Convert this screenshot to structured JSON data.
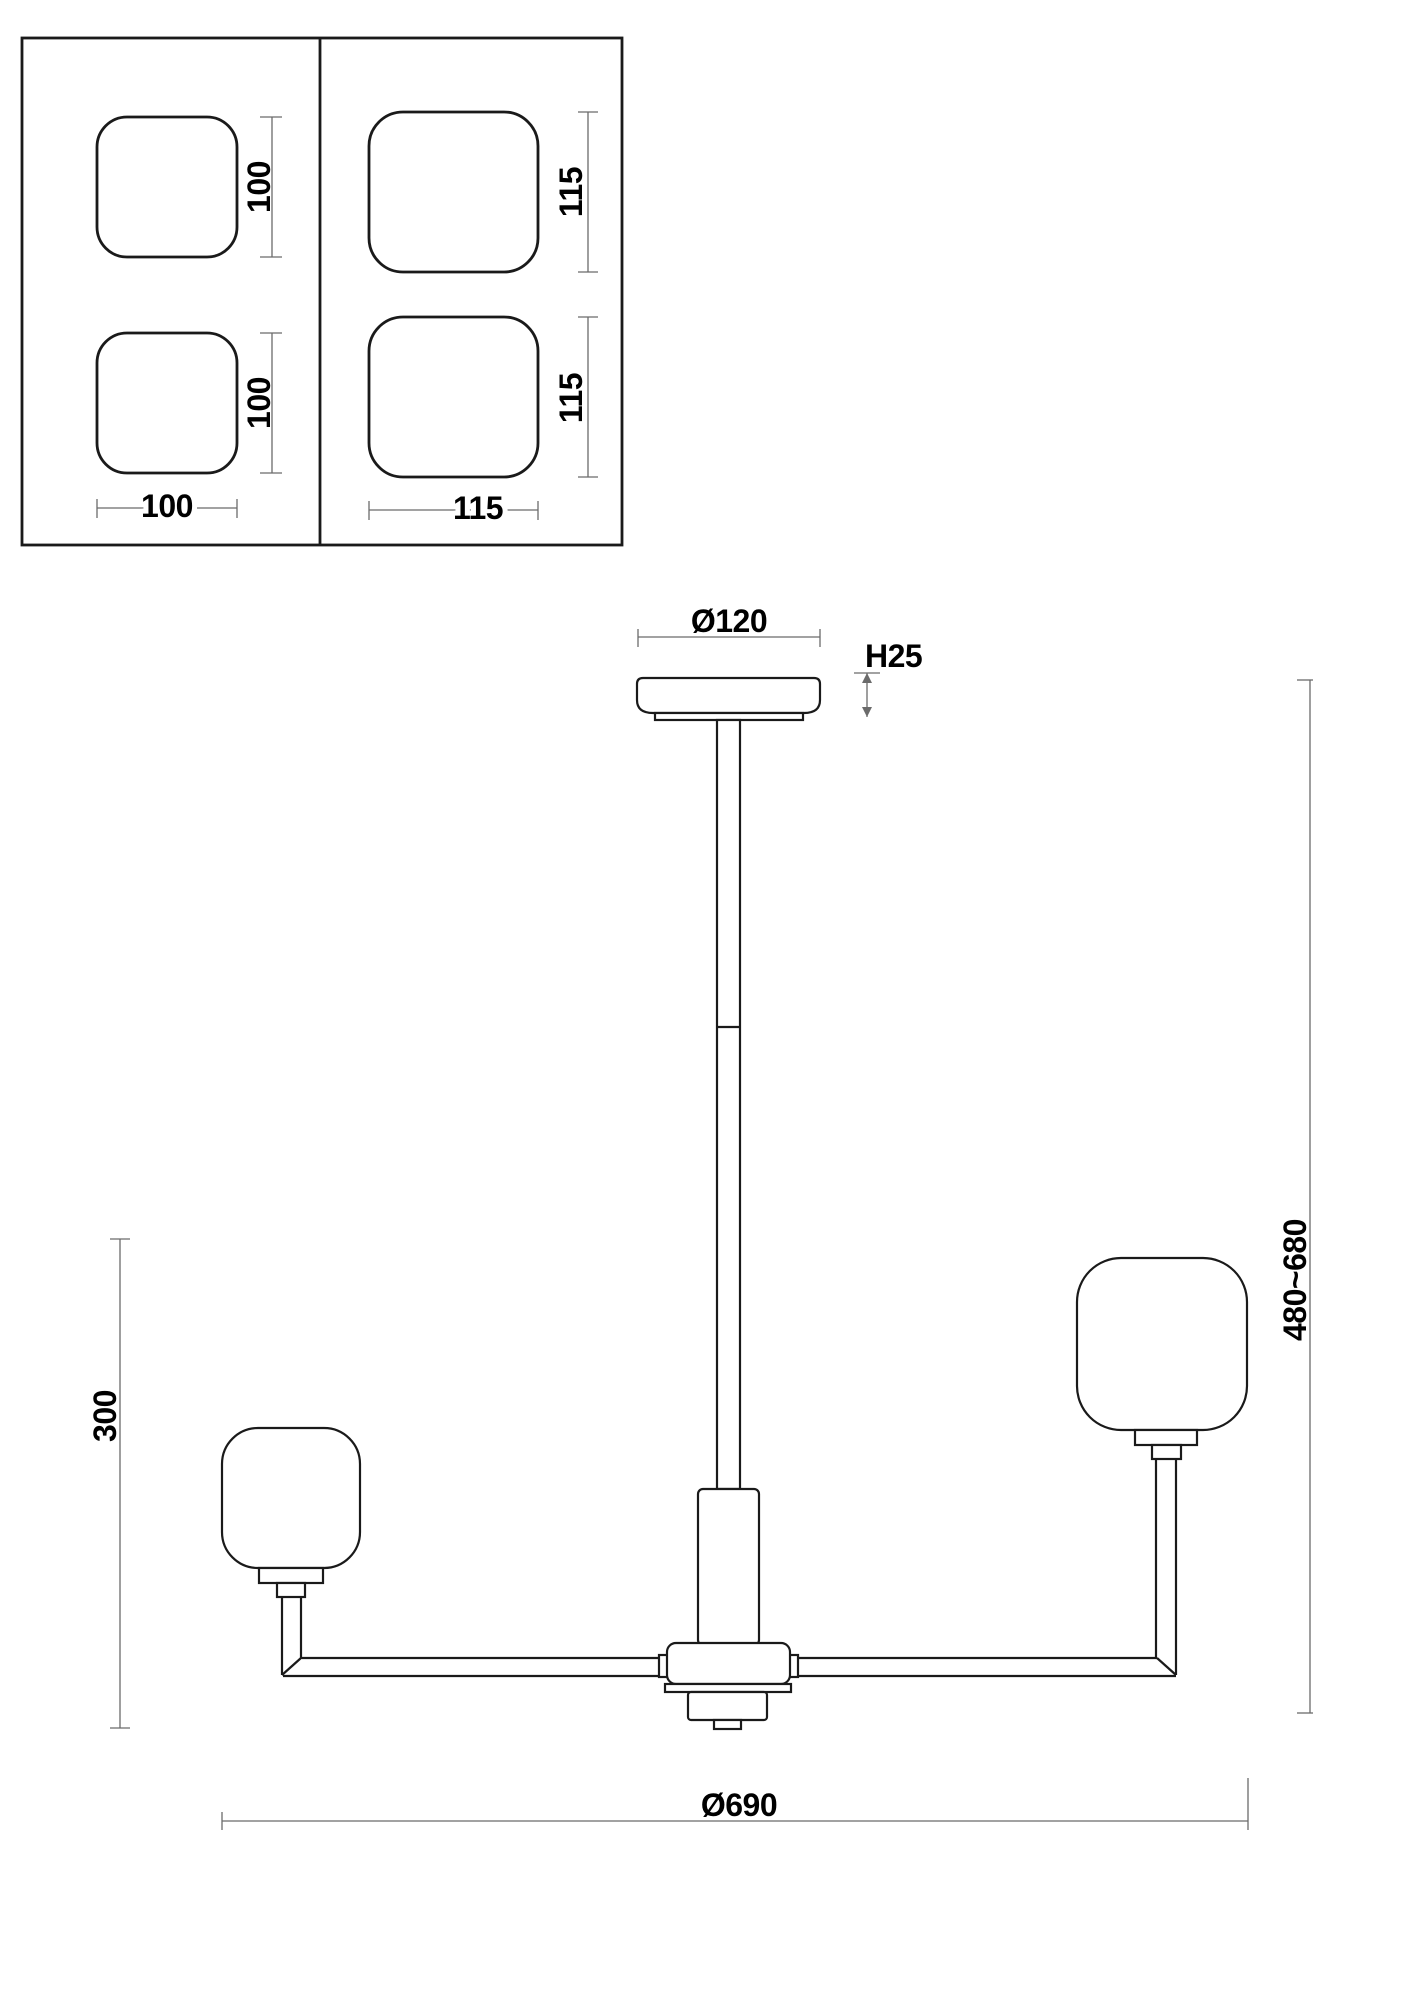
{
  "meta": {
    "drawing_type": "pendant-lamp dimensional technical drawing"
  },
  "colors": {
    "line": "#1a1a1a",
    "dim": "#6b6b6b",
    "text": "#000000",
    "background": "#ffffff"
  },
  "detail_panels": {
    "left": {
      "top_height": "100",
      "bottom_height": "100",
      "width": "100"
    },
    "right": {
      "top_height": "115",
      "bottom_height": "115",
      "width": "115"
    }
  },
  "main_drawing": {
    "canopy_diameter": "Ø120",
    "canopy_height": "H25",
    "height_range": "480~680",
    "arm_height": "300",
    "fixture_diameter": "Ø690"
  }
}
